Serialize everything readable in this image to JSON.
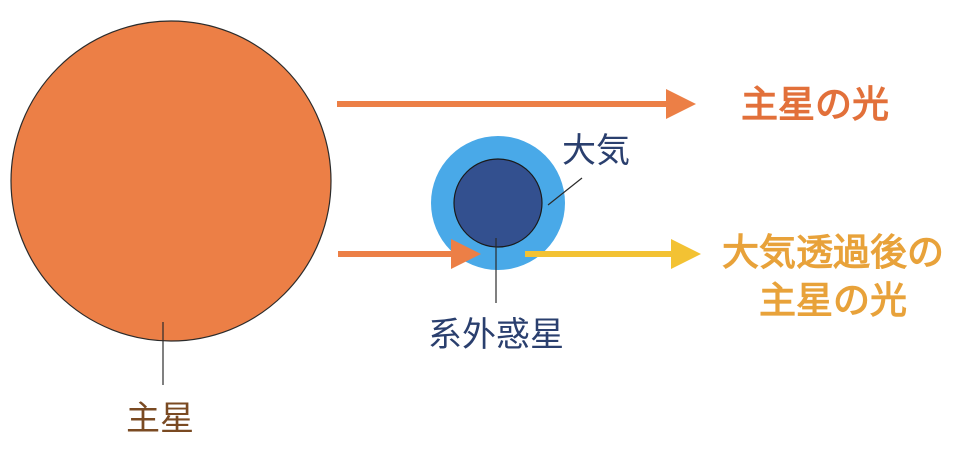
{
  "labels": {
    "star": "主星",
    "atmosphere": "大気",
    "exoplanet": "系外惑星",
    "star_light": "主星の光",
    "transmitted_line1": "大気透過後の",
    "transmitted_line2": "主星の光"
  },
  "colors": {
    "star": "#ec7f46",
    "atmosphere": "#49a9e8",
    "planet": "#33508f",
    "arrow_star_light": "#ec7f46",
    "arrow_transmitted": "#f3c233",
    "label_star": "#7a4a22",
    "label_planet": "#2a3f6e",
    "label_star_light": "#e2703a",
    "label_transmitted": "#e8a23a"
  }
}
